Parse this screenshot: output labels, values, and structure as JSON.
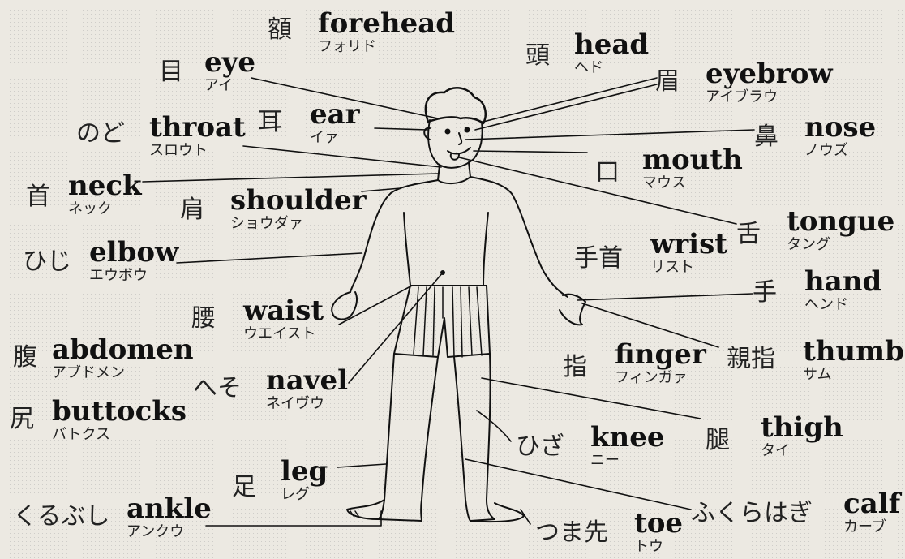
{
  "labels": {
    "forehead": {
      "jp": "額",
      "en": "forehead",
      "kana": "フォリド"
    },
    "head": {
      "jp": "頭",
      "en": "head",
      "kana": "ヘド"
    },
    "eye": {
      "jp": "目",
      "en": "eye",
      "kana": "アイ"
    },
    "eyebrow": {
      "jp": "眉",
      "en": "eyebrow",
      "kana": "アイブラウ"
    },
    "throat": {
      "jp": "のど",
      "en": "throat",
      "kana": "スロウト"
    },
    "ear": {
      "jp": "耳",
      "en": "ear",
      "kana": "イァ"
    },
    "nose": {
      "jp": "鼻",
      "en": "nose",
      "kana": "ノウズ"
    },
    "mouth": {
      "jp": "口",
      "en": "mouth",
      "kana": "マウス"
    },
    "neck": {
      "jp": "首",
      "en": "neck",
      "kana": "ネック"
    },
    "shoulder": {
      "jp": "肩",
      "en": "shoulder",
      "kana": "ショウダァ"
    },
    "tongue": {
      "jp": "舌",
      "en": "tongue",
      "kana": "タング"
    },
    "elbow": {
      "jp": "ひじ",
      "en": "elbow",
      "kana": "エウボウ"
    },
    "wrist": {
      "jp": "手首",
      "en": "wrist",
      "kana": "リスト"
    },
    "hand": {
      "jp": "手",
      "en": "hand",
      "kana": "ヘンド"
    },
    "waist": {
      "jp": "腰",
      "en": "waist",
      "kana": "ウエイスト"
    },
    "abdomen": {
      "jp": "腹",
      "en": "abdomen",
      "kana": "アブドメン"
    },
    "finger": {
      "jp": "指",
      "en": "finger",
      "kana": "フィンガァ"
    },
    "thumb": {
      "jp": "親指",
      "en": "thumb",
      "kana": "サム"
    },
    "navel": {
      "jp": "へそ",
      "en": "navel",
      "kana": "ネイヴウ"
    },
    "buttocks": {
      "jp": "尻",
      "en": "buttocks",
      "kana": "バトクス"
    },
    "knee": {
      "jp": "ひざ",
      "en": "knee",
      "kana": "ニー"
    },
    "thigh": {
      "jp": "腿",
      "en": "thigh",
      "kana": "タイ"
    },
    "leg": {
      "jp": "足",
      "en": "leg",
      "kana": "レグ"
    },
    "ankle": {
      "jp": "くるぶし",
      "en": "ankle",
      "kana": "アンクウ"
    },
    "calf": {
      "jp": "ふくらはぎ",
      "en": "calf",
      "kana": "カーブ"
    },
    "toe": {
      "jp": "つま先",
      "en": "toe",
      "kana": "トウ"
    }
  }
}
